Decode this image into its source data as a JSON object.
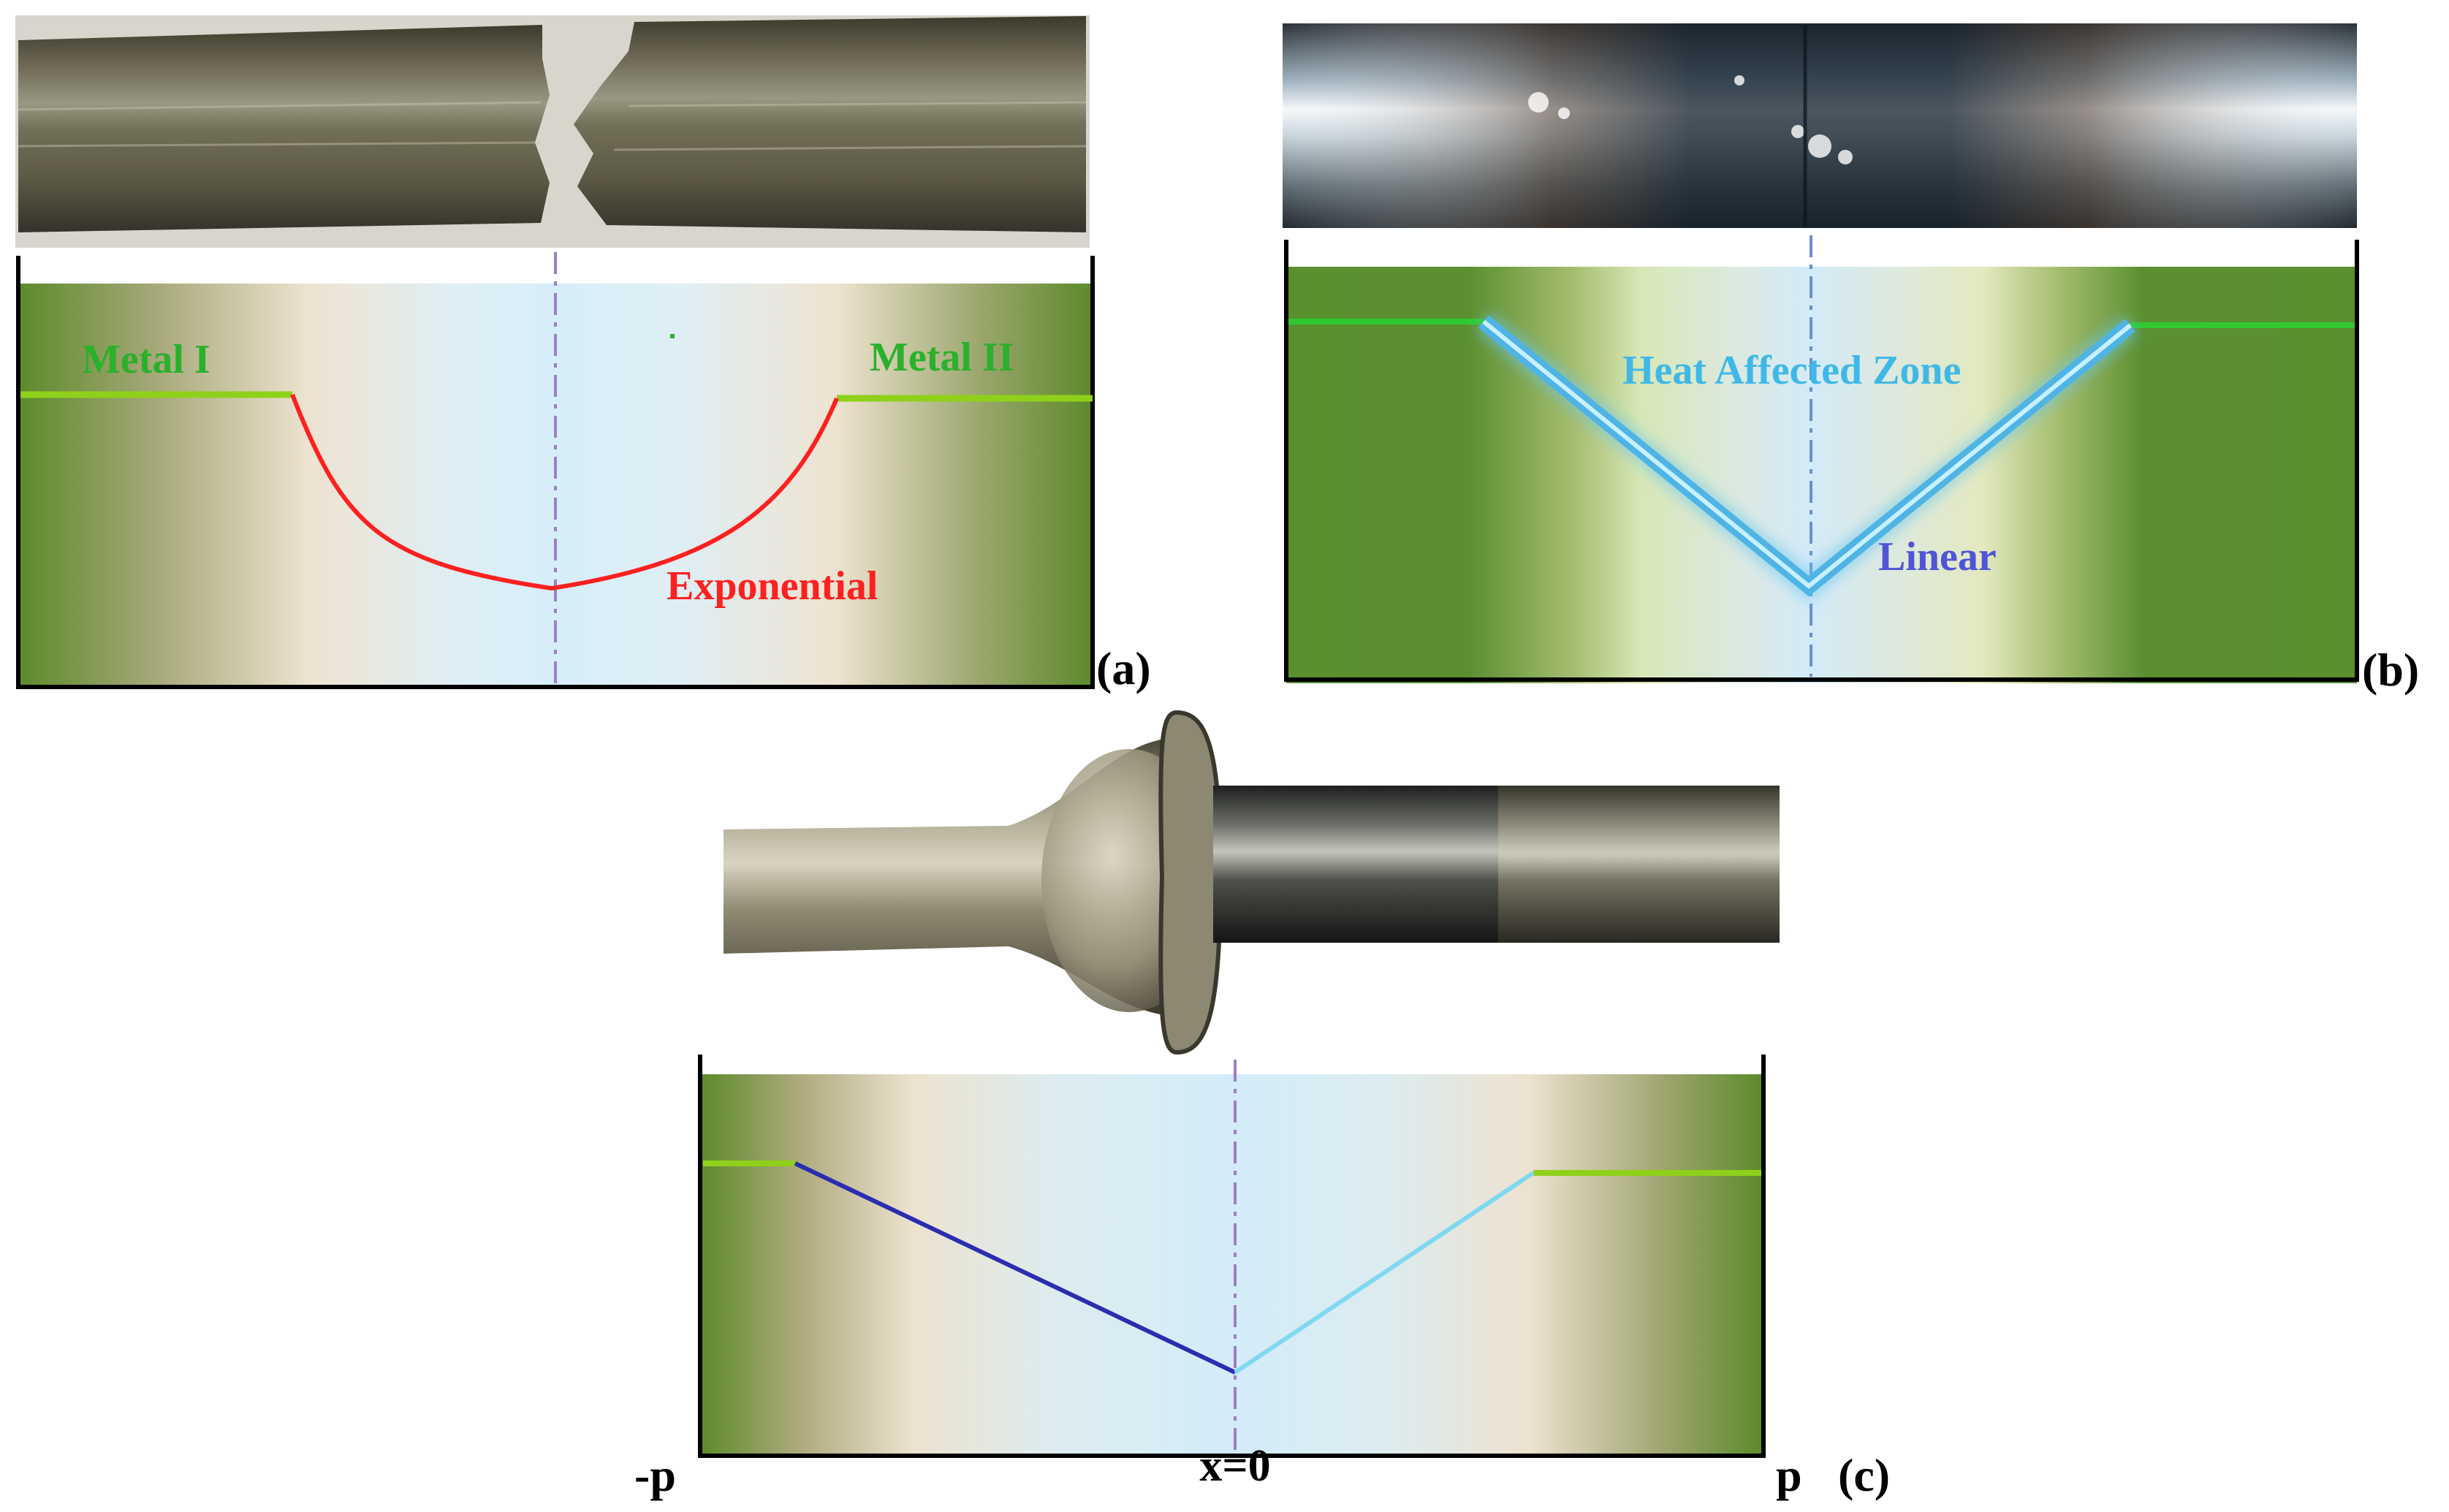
{
  "panel_a": {
    "label": "(a)",
    "left_material": "Metal I",
    "right_material": "Metal II",
    "profile_label": "Exponential"
  },
  "panel_b": {
    "label": "(b)",
    "zone_label": "Heat Affected Zone",
    "profile_label": "Linear"
  },
  "panel_c": {
    "label": "(c)",
    "left_bound": "-p",
    "center": "x=0",
    "right_bound": "p"
  },
  "colors": {
    "field_green": "#5c8a2a",
    "plateau_green": "#8fd11a",
    "exponential_red": "#ff2020",
    "metal_label_green": "#2bb02b",
    "haz_cyan": "#3fb8e8",
    "linear_label_blue": "#4f55d6",
    "line_dark_blue": "#2a2db0",
    "line_light_cyan": "#7fd8f0"
  },
  "photos": {
    "a": "broken-rod-photo",
    "b": "welded-rod-photo",
    "c": "flanged-rod-photo"
  }
}
